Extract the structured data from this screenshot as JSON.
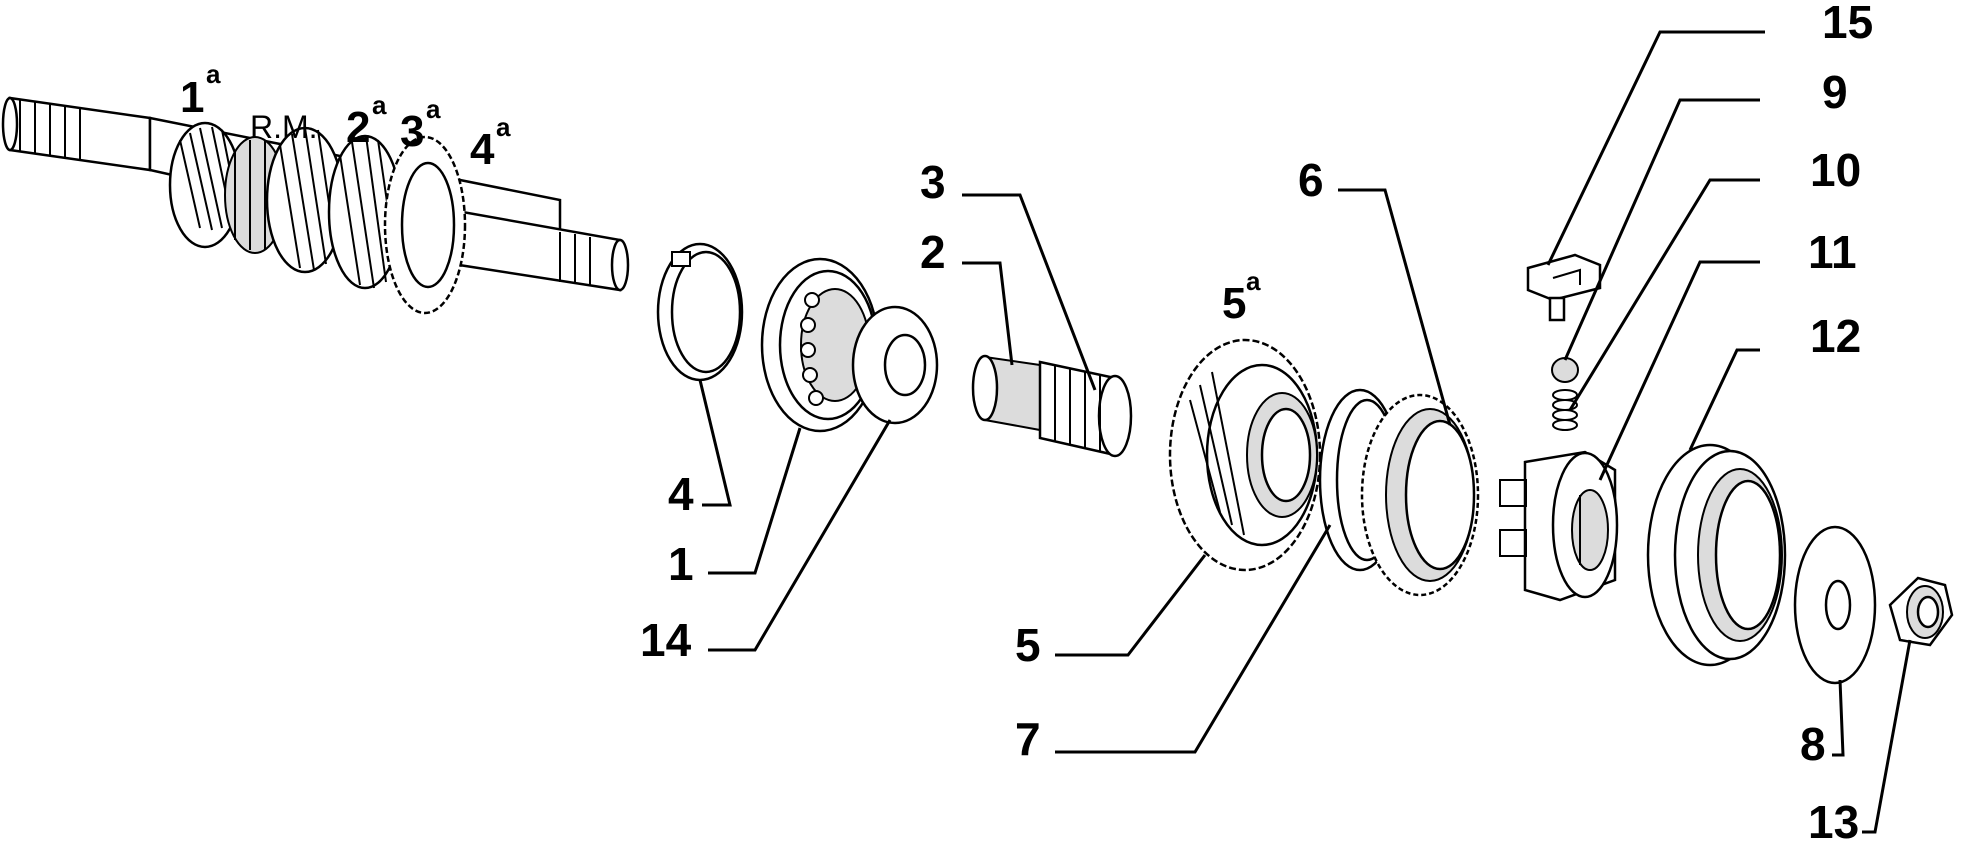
{
  "callouts": {
    "c1": "1",
    "c2": "2",
    "c3": "3",
    "c4": "4",
    "c5": "5",
    "c6": "6",
    "c7": "7",
    "c8": "8",
    "c9": "9",
    "c10": "10",
    "c11": "11",
    "c12": "12",
    "c13": "13",
    "c14": "14",
    "c15": "15"
  },
  "gear_labels": {
    "g1": "1",
    "g1_sup": "a",
    "rm": "R.M.",
    "g2": "2",
    "g2_sup": "a",
    "g3": "3",
    "g3_sup": "a",
    "g4": "4",
    "g4_sup": "a",
    "g5": "5",
    "g5_sup": "a"
  }
}
